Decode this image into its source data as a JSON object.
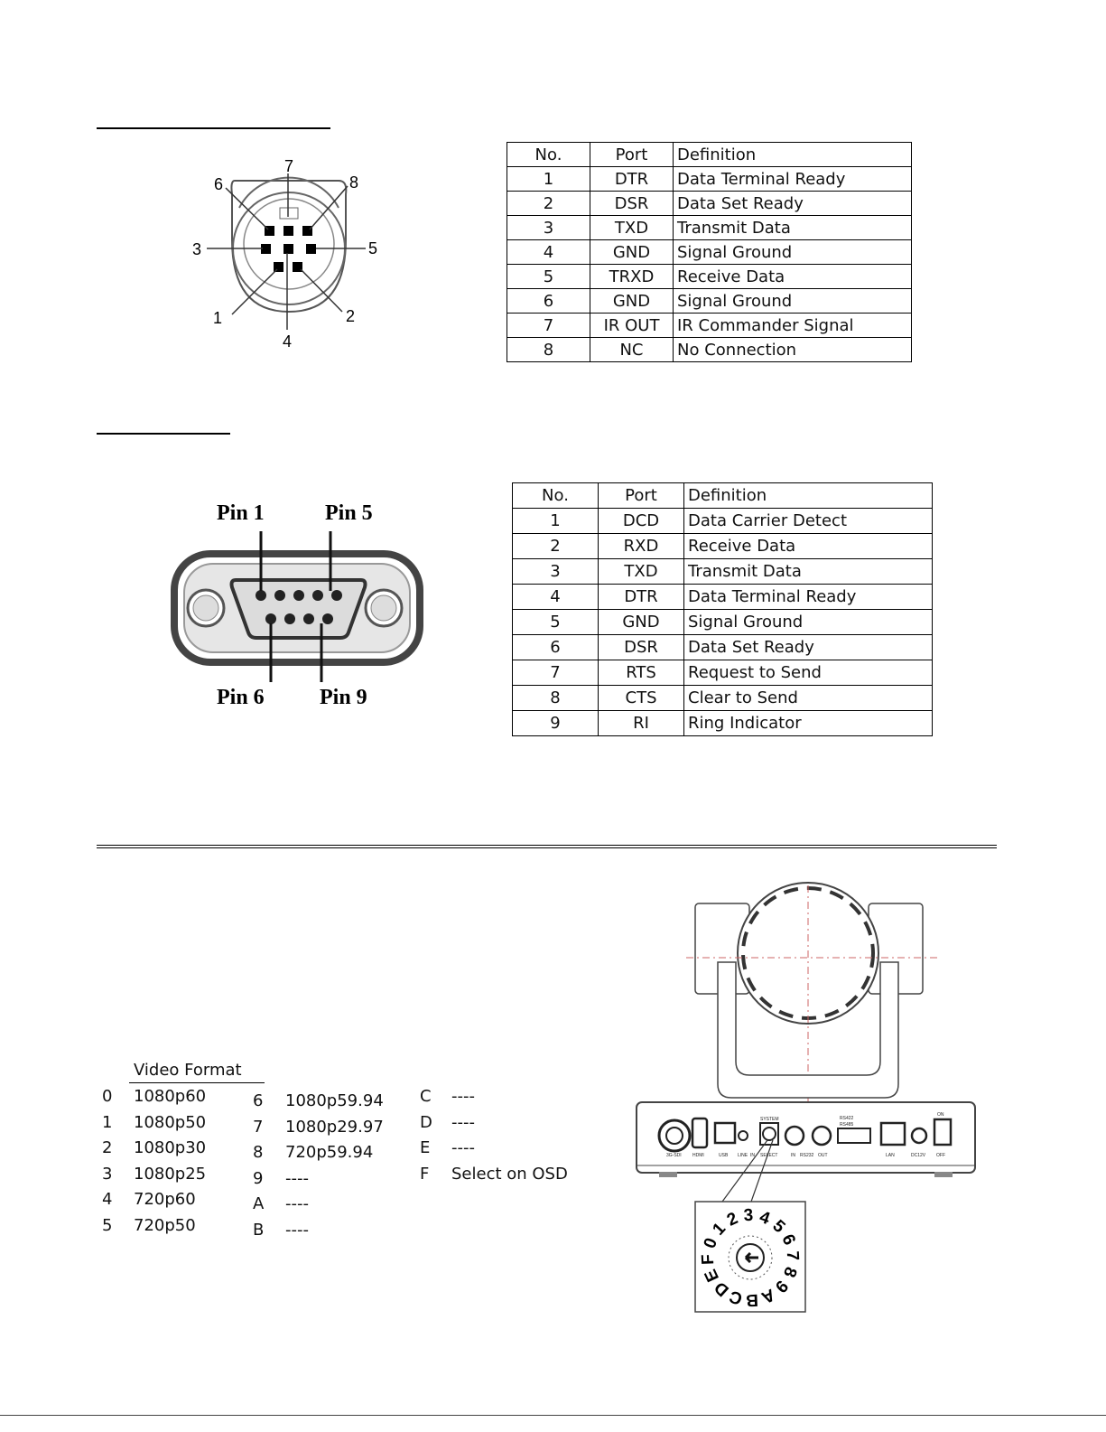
{
  "visca_table": {
    "headers": [
      "No.",
      "Port",
      "Definition"
    ],
    "rows": [
      [
        "1",
        "DTR",
        "Data Terminal Ready"
      ],
      [
        "2",
        "DSR",
        "Data Set Ready"
      ],
      [
        "3",
        "TXD",
        "Transmit Data"
      ],
      [
        "4",
        "GND",
        "Signal Ground"
      ],
      [
        "5",
        "TRXD",
        "Receive Data"
      ],
      [
        "6",
        "GND",
        "Signal Ground"
      ],
      [
        "7",
        "IR OUT",
        "IR Commander Signal"
      ],
      [
        "8",
        "NC",
        "No Connection"
      ]
    ]
  },
  "minidin_labels": [
    "1",
    "2",
    "3",
    "4",
    "5",
    "6",
    "7",
    "8"
  ],
  "rs232_table": {
    "headers": [
      "No.",
      "Port",
      "Definition"
    ],
    "rows": [
      [
        "1",
        "DCD",
        "Data Carrier Detect"
      ],
      [
        "2",
        "RXD",
        "Receive Data"
      ],
      [
        "3",
        "TXD",
        "Transmit Data"
      ],
      [
        "4",
        "DTR",
        "Data Terminal Ready"
      ],
      [
        "5",
        "GND",
        "Signal Ground"
      ],
      [
        "6",
        "DSR",
        "Data Set Ready"
      ],
      [
        "7",
        "RTS",
        "Request to Send"
      ],
      [
        "8",
        "CTS",
        "Clear to Send"
      ],
      [
        "9",
        "RI",
        "Ring Indicator"
      ]
    ]
  },
  "db9_labels": {
    "pin1": "Pin 1",
    "pin5": "Pin 5",
    "pin6": "Pin 6",
    "pin9": "Pin 9"
  },
  "video_format": {
    "header": "Video Format",
    "col1": [
      [
        "0",
        "1080p60"
      ],
      [
        "1",
        "1080p50"
      ],
      [
        "2",
        "1080p30"
      ],
      [
        "3",
        "1080p25"
      ],
      [
        "4",
        "720p60"
      ],
      [
        "5",
        "720p50"
      ]
    ],
    "col2": [
      [
        "6",
        "1080p59.94"
      ],
      [
        "7",
        "1080p29.97"
      ],
      [
        "8",
        "720p59.94"
      ],
      [
        "9",
        "----"
      ],
      [
        "A",
        "----"
      ],
      [
        "B",
        "----"
      ]
    ],
    "col3": [
      [
        "C",
        "----"
      ],
      [
        "D",
        "----"
      ],
      [
        "E",
        "----"
      ],
      [
        "F",
        "Select on OSD"
      ]
    ]
  },
  "rear_panel_labels": [
    "3G-SDI",
    "HDMI",
    "USB",
    "LINE",
    "IN",
    "SELECT",
    "IN",
    "RS232",
    "OUT",
    "LAN",
    "DC12V",
    "ON",
    "OFF",
    "SYSTEM",
    "RS422",
    "RS485"
  ],
  "dial_chars": [
    "0",
    "1",
    "2",
    "3",
    "4",
    "5",
    "6",
    "7",
    "8",
    "9",
    "A",
    "B",
    "C",
    "D",
    "E",
    "F"
  ]
}
